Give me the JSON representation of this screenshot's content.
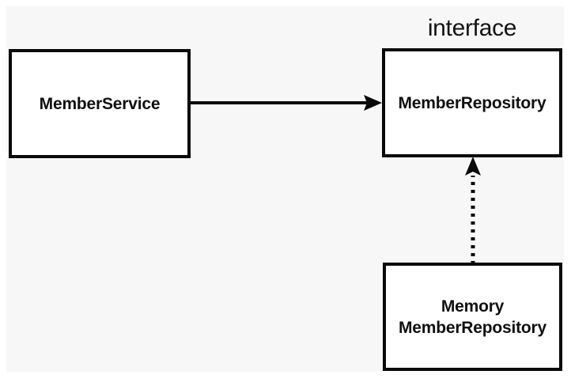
{
  "diagram": {
    "title_label": "interface",
    "background_color": "#f7f7f7",
    "page_color": "#ffffff",
    "line_color": "#0a0a0a",
    "box_fill_color": "#ffffff",
    "nodes": [
      {
        "id": "member-service",
        "label": "MemberService",
        "stereotype": ""
      },
      {
        "id": "member-repository",
        "label": "MemberRepository",
        "stereotype": "interface"
      },
      {
        "id": "memory-member-repository",
        "label": "Memory\nMemberRepository",
        "line1": "Memory",
        "line2": "MemberRepository",
        "stereotype": ""
      }
    ],
    "edges": [
      {
        "id": "service-to-repository",
        "from": "member-service",
        "to": "member-repository",
        "style": "solid",
        "arrowhead": "filled-triangle",
        "direction": "right"
      },
      {
        "id": "memory-to-repository",
        "from": "memory-member-repository",
        "to": "member-repository",
        "style": "dotted",
        "arrowhead": "filled-triangle",
        "direction": "up"
      }
    ]
  }
}
